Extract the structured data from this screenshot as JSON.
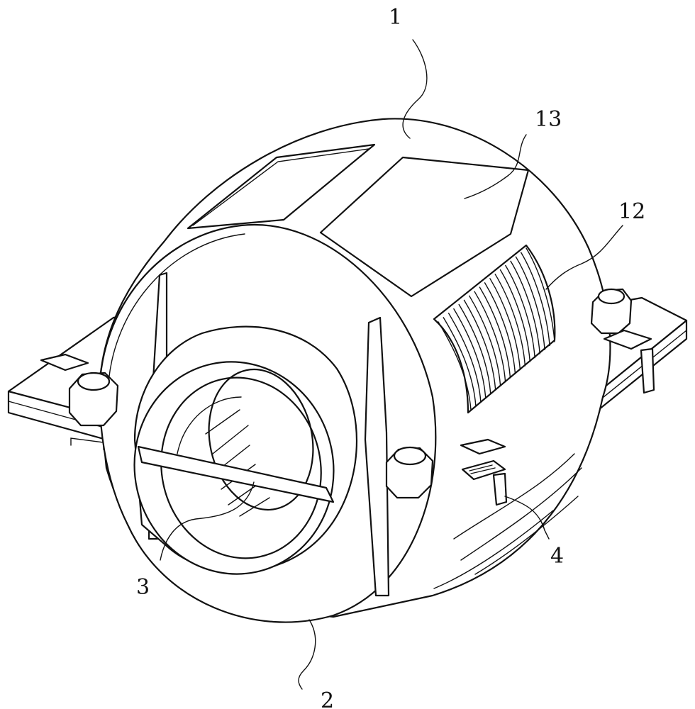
{
  "figure": {
    "labels": {
      "housing_upper": "1",
      "housing_lower": "2",
      "inner_sleeve": "3",
      "cable_tie": "4",
      "heat_sink_fins": "12",
      "panel_window": "13"
    }
  }
}
